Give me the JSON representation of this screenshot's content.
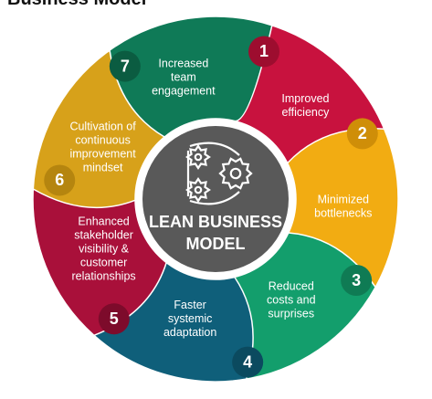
{
  "header": {
    "cropped_title": "Business Model"
  },
  "center": {
    "title_line1": "LEAN BUSINESS",
    "title_line2": "MODEL",
    "icon": "gears-belt-icon"
  },
  "segments": [
    {
      "number": "1",
      "lines": [
        "Improved",
        "efficiency"
      ],
      "color": "#c8123e",
      "dark": "#9d0d2f"
    },
    {
      "number": "2",
      "lines": [
        "Minimized",
        "bottlenecks"
      ],
      "color": "#f2ac12",
      "dark": "#cf8e08"
    },
    {
      "number": "3",
      "lines": [
        "Reduced",
        "costs and",
        "surprises"
      ],
      "color": "#139e6c",
      "dark": "#0f7b54"
    },
    {
      "number": "4",
      "lines": [
        "Faster",
        "systemic",
        "adaptation"
      ],
      "color": "#0f5f7a",
      "dark": "#0b4a5f"
    },
    {
      "number": "5",
      "lines": [
        "Enhanced",
        "stakeholder",
        "visibility &",
        "customer",
        "relationships"
      ],
      "color": "#a9103a",
      "dark": "#7d0b2b"
    },
    {
      "number": "6",
      "lines": [
        "Cultivation of",
        "continuous",
        "improvement",
        "mindset"
      ],
      "color": "#d7a11a",
      "dark": "#b5850f"
    },
    {
      "number": "7",
      "lines": [
        "Increased",
        "team",
        "engagement"
      ],
      "color": "#0f7a57",
      "dark": "#0b5c41"
    }
  ],
  "colors": {
    "center_fill": "#595959",
    "center_ring": "#ffffff",
    "icon_stroke": "#ffffff"
  }
}
